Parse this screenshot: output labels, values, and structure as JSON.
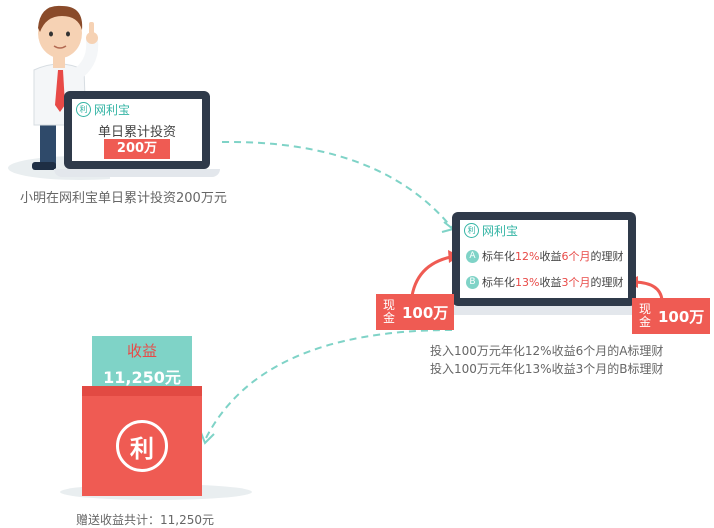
{
  "brand": {
    "logo_text": "网利宝",
    "logo_mark": "利"
  },
  "scene1": {
    "screen_title": "单日累计投资",
    "amount_badge": "200万",
    "caption": "小明在网利宝单日累计投资200万元"
  },
  "scene2": {
    "option_a": {
      "letter": "A",
      "pre": "标年化",
      "rate": "12%",
      "mid": "收益",
      "term": "6个月",
      "post": "的理财"
    },
    "option_b": {
      "letter": "B",
      "pre": "标年化",
      "rate": "13%",
      "mid": "收益",
      "term": "3个月",
      "post": "的理财"
    },
    "cash_left": {
      "label": "现金",
      "amount": "100万"
    },
    "cash_right": {
      "label": "现金",
      "amount": "100万"
    },
    "caption_line1": "投入100万元年化12%收益6个月的A标理财",
    "caption_line2": "投入100万元年化13%收益3个月的B标理财"
  },
  "scene3": {
    "card_title": "收益",
    "card_amount": "11,250元",
    "envelope_char": "利",
    "caption": "赠送收益共计：11,250元"
  },
  "colors": {
    "accent_red": "#ef5b53",
    "teal": "#7fd3c7",
    "dark": "#2f3a4a"
  }
}
